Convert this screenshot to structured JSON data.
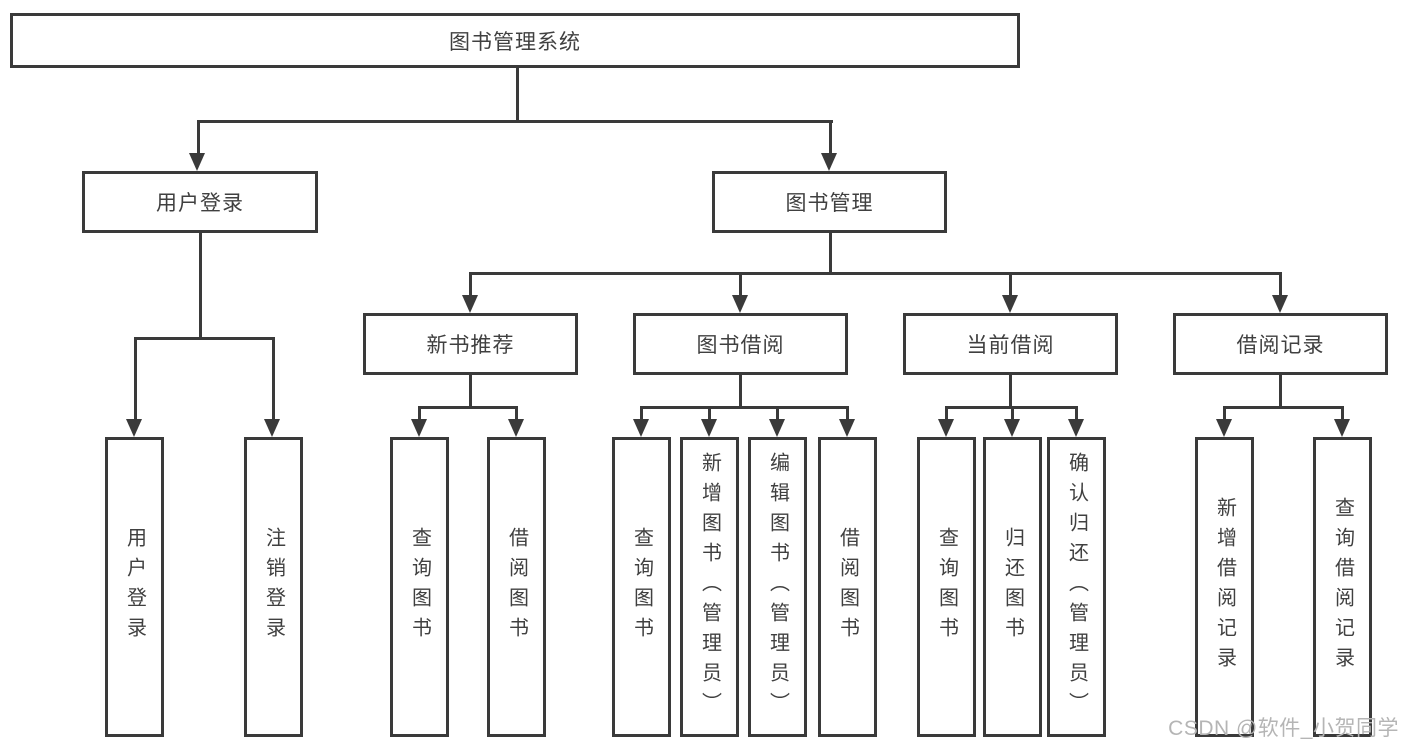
{
  "diagram_title": "图书管理系统",
  "tree": {
    "root": {
      "label": "图书管理系统"
    },
    "branches": [
      {
        "label": "用户登录",
        "children": [
          {
            "label": "用户登录"
          },
          {
            "label": "注销登录"
          }
        ]
      },
      {
        "label": "图书管理",
        "children": [
          {
            "label": "新书推荐",
            "children": [
              {
                "label": "查询图书"
              },
              {
                "label": "借阅图书"
              }
            ]
          },
          {
            "label": "图书借阅",
            "children": [
              {
                "label": "查询图书"
              },
              {
                "label": "新增图书（管理员）"
              },
              {
                "label": "编辑图书（管理员）"
              },
              {
                "label": "借阅图书"
              }
            ]
          },
          {
            "label": "当前借阅",
            "children": [
              {
                "label": "查询图书"
              },
              {
                "label": "归还图书"
              },
              {
                "label": "确认归还（管理员）"
              }
            ]
          },
          {
            "label": "借阅记录",
            "children": [
              {
                "label": "新增借阅记录"
              },
              {
                "label": "查询借阅记录"
              }
            ]
          }
        ]
      }
    ]
  },
  "watermark": {
    "text": "CSDN @软件_小贺同学"
  },
  "colors": {
    "line": "#3a3a3a",
    "box_border": "#3a3a3a",
    "box_background": "#ffffff",
    "text": "#404040",
    "watermark": "#b5b5b5",
    "page_background": "#ffffff"
  }
}
